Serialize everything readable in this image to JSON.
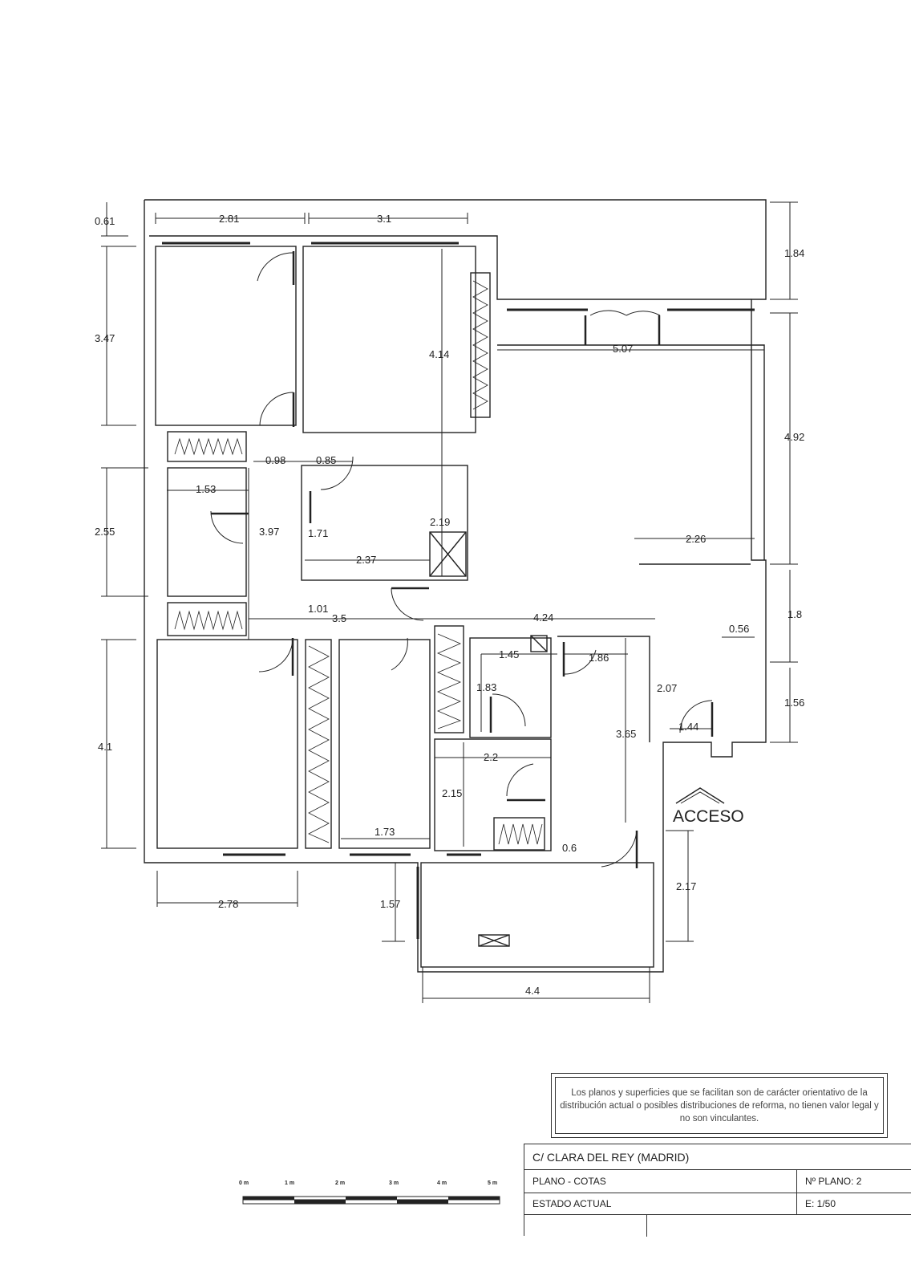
{
  "plan": {
    "dimensions": {
      "d_061": "0.61",
      "d_281": "2.81",
      "d_31": "3.1",
      "d_184": "1.84",
      "d_347": "3.47",
      "d_414": "4.14",
      "d_507": "5.07",
      "d_492": "4.92",
      "d_098": "0.98",
      "d_085": "0.85",
      "d_153": "1.53",
      "d_255": "2.55",
      "d_397": "3.97",
      "d_171": "1.71",
      "d_219": "2.19",
      "d_237": "2.37",
      "d_226": "2.26",
      "d_18": "1.8",
      "d_101": "1.01",
      "d_35": "3.5",
      "d_424": "4.24",
      "d_056": "0.56",
      "d_145": "1.45",
      "d_186": "1.86",
      "d_183": "1.83",
      "d_207": "2.07",
      "d_156": "1.56",
      "d_144": "1.44",
      "d_41": "4.1",
      "d_22": "2.2",
      "d_365": "3.65",
      "d_215": "2.15",
      "d_173": "1.73",
      "d_06": "0.6",
      "d_278": "2.78",
      "d_157": "1.57",
      "d_217": "2.17",
      "d_44": "4.4"
    },
    "access_label": "ACCESO"
  },
  "scale_bar": {
    "ticks": [
      "0 m",
      "1 m",
      "2 m",
      "3 m",
      "4 m",
      "5 m"
    ]
  },
  "disclaimer": {
    "text": "Los planos y superficies que se facilitan son de carácter orientativo de la distribución actual o posibles distribuciones de reforma, no tienen valor legal y no son vinculantes."
  },
  "title_block": {
    "address": "C/  CLARA DEL REY  (MADRID)",
    "plan_type": "PLANO  -  COTAS",
    "plan_number": "Nº PLANO:  2",
    "state": "ESTADO  ACTUAL",
    "scale": "E: 1/50"
  }
}
